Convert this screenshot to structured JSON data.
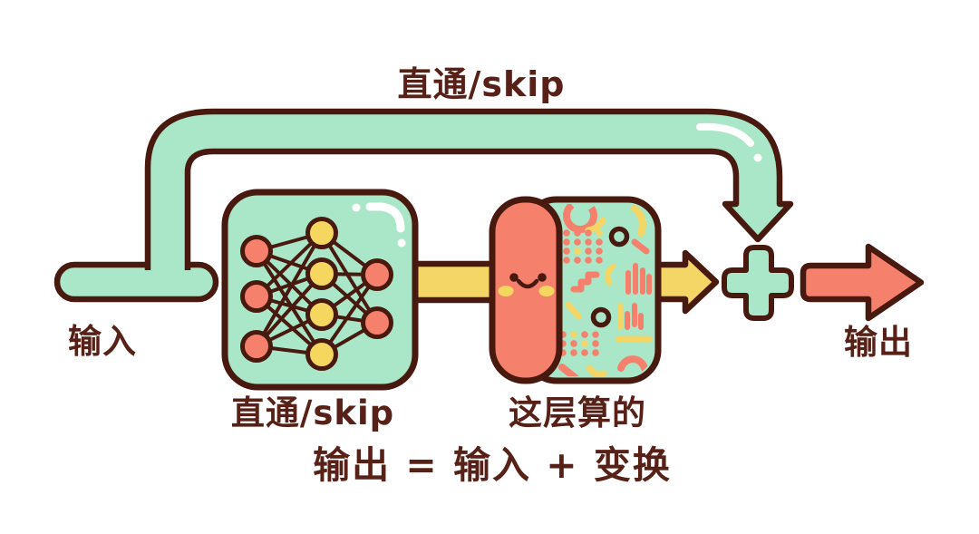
{
  "diagram": {
    "type": "residual-skip-connection",
    "description": "cartoon neural-network residual block: input splits into a skip path over the top and a transform path through a layer; both merge at a plus sign to form the output",
    "network": {
      "layer_node_counts": [
        3,
        4,
        2
      ],
      "input_layer_color": "#f5816c",
      "hidden_layer_color": "#f5d75f",
      "output_layer_color": "#f5816c"
    }
  },
  "labels": {
    "skip_top": "直通/skip",
    "input": "输入",
    "skip_box": "直通/skip",
    "layer_output": "这层算的",
    "output": "输出",
    "formula": "输出 = 输入 + 变换"
  },
  "icons": {
    "plus_icon": "+",
    "skip_arrow_icon": "down-arrow-pipe",
    "output_arrow_icon": "right-arrow",
    "face_icon": "smiling-face"
  },
  "colors": {
    "background": "#ffffff",
    "mint": "#a9e7c8",
    "salmon": "#f5816c",
    "yellow": "#f3d666",
    "outline": "#47190f",
    "text": "#572118",
    "shine": "#ffffff"
  }
}
